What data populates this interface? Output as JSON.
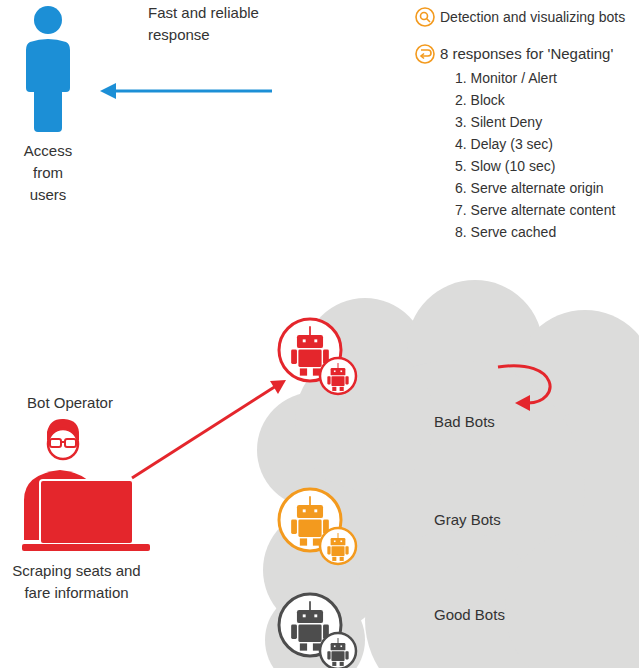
{
  "diagram": {
    "nodes": [
      {
        "text": [
          "Bad Bots",
          "Gray Bots",
          "Good Bots"
        ]
      }
    ],
    "labels": [
      "Fast and reliable response",
      "Access from users",
      "Detection and visualizing bots",
      "8 responses for 'Negating'",
      "1. Monitor / Alert",
      "2. Block",
      "3. Silent Deny",
      "4. Delay (3 sec)",
      "5. Slow (10 sec)",
      "6. Serve alternate origin",
      "7. Serve alternate content",
      "8. Serve cached",
      "Bot Operator",
      "Scraping seats and fare information"
    ]
  }
}
